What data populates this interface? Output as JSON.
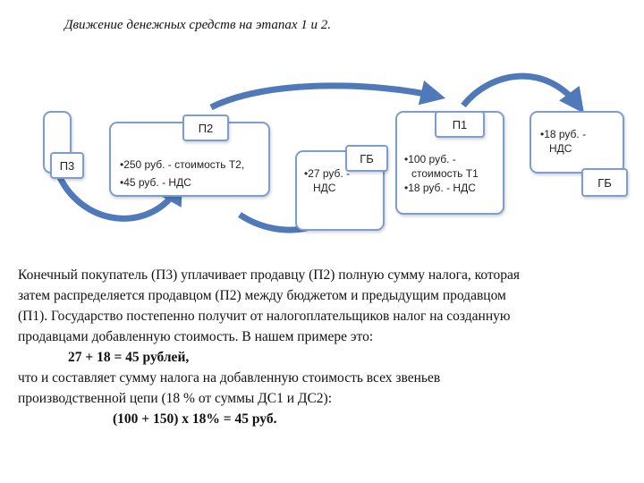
{
  "title": "Движение денежных средств на этапах 1 и 2.",
  "diagram": {
    "box_p3": {
      "label": "П3"
    },
    "box_p2": {
      "label": "П2",
      "line1": "•250 руб. - стоимость Т2,",
      "line2": "•45 руб. - НДС"
    },
    "box_gb1": {
      "label": "ГБ",
      "line1": "•27 руб. -",
      "line2": "НДС"
    },
    "box_p1": {
      "label": "П1",
      "line1": "•100 руб. -",
      "line2": "стоимость Т1",
      "line3": "•18 руб. - НДС"
    },
    "box_gb2": {
      "label": "ГБ",
      "line1": "•18 руб. -",
      "line2": "НДС"
    }
  },
  "paragraph": {
    "l1a": "Конечный покупатель (П3) уплачивает продавцу (П2) полную сумму налога, которая",
    "l2": "затем распределяется продавцом (П2) между бюджетом и предыдущим продавцом",
    "l3": "(П1). Государство постепенно получит от налогоплательщиков налог на созданную",
    "l4": "продавцами добавленную стоимость. В нашем примере это:",
    "calc1": "27 + 18 = 45 рублей,",
    "l5": "что и составляет сумму налога на добавленную стоимость всех звеньев",
    "l6": "производственной цепи (18 % от суммы ДС1 и ДС2):",
    "calc2": "(100 + 150) х 18% = 45 руб."
  },
  "colors": {
    "arrow": "#4f79b8",
    "border": "#7d9ccf"
  }
}
